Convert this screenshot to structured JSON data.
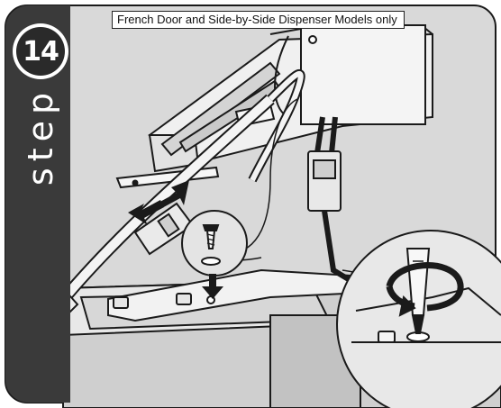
{
  "step": {
    "number": "14",
    "word": "step"
  },
  "caption": "French Door and Side-by-Side Dispenser Models only",
  "colors": {
    "tab": "#3a3a3a",
    "panel": "#d9d9d9",
    "outline": "#1a1a1a"
  },
  "icons": [
    "screw-icon",
    "rotate-arrow-icon",
    "push-arrow-icon",
    "down-arrow-icon"
  ]
}
